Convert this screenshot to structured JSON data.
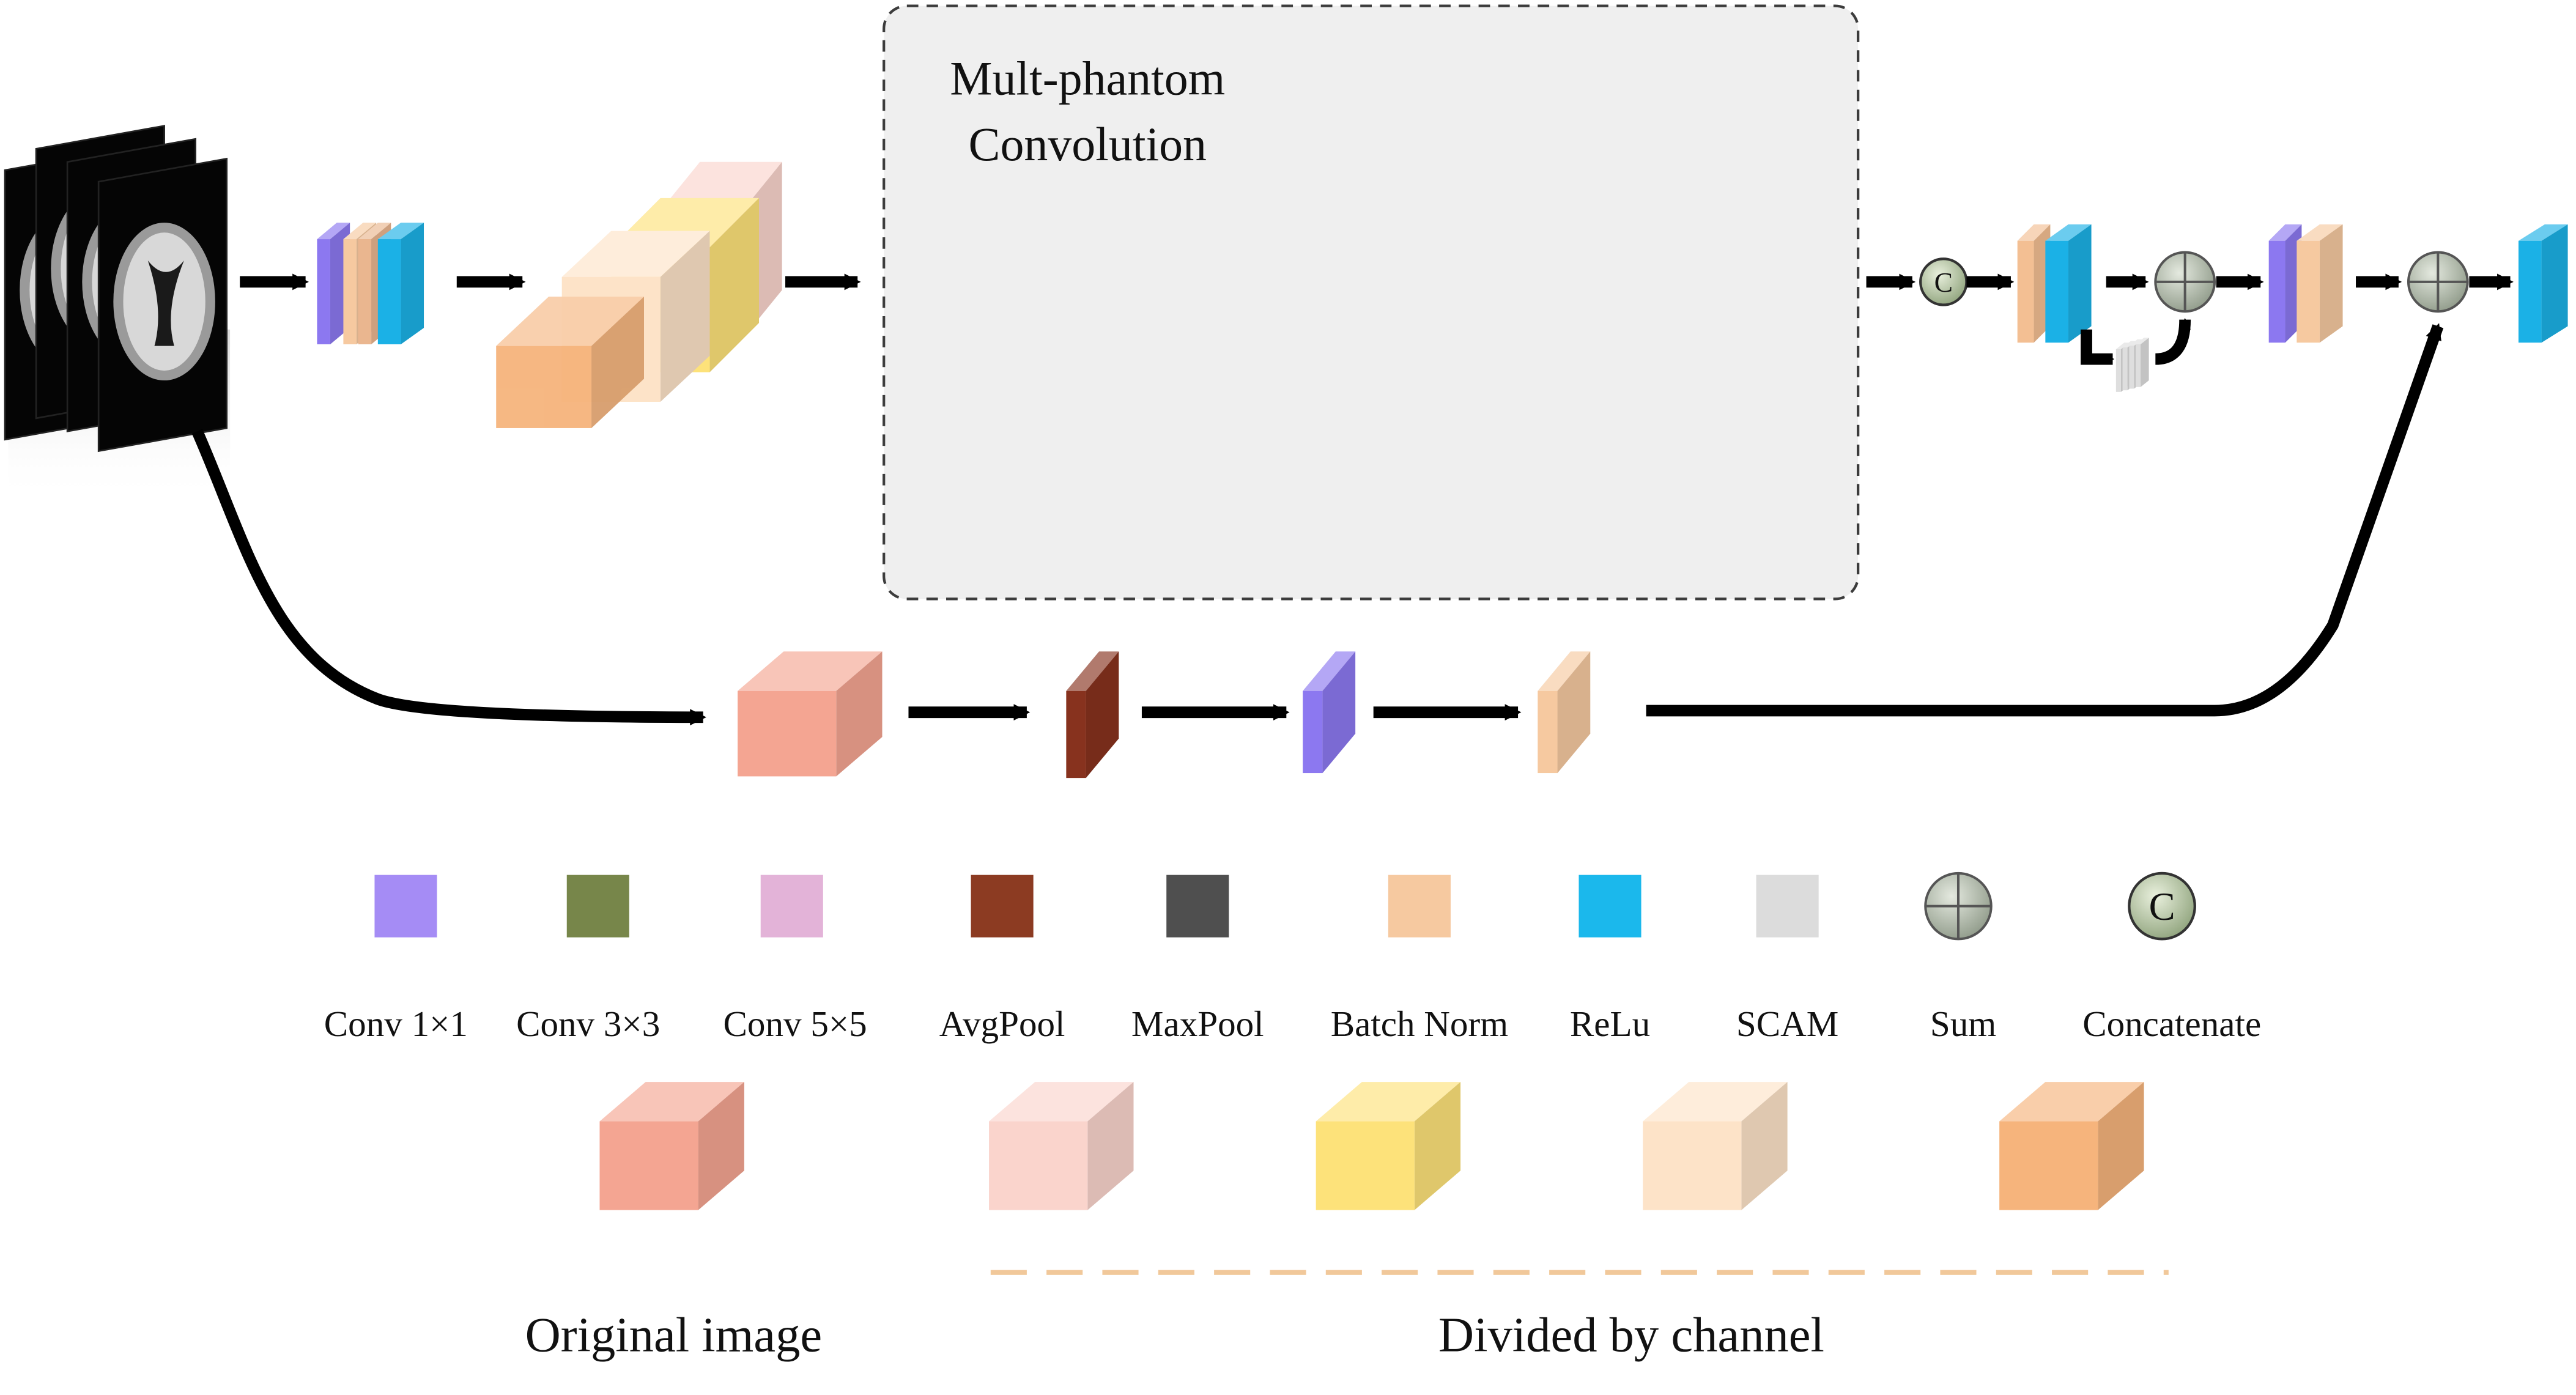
{
  "multphantom": {
    "line1": "Mult-phantom",
    "line2": "Convolution"
  },
  "legend_layers": [
    {
      "label": "Conv 1×1",
      "color": "#a58cf5",
      "icon": "conv1x1-swatch"
    },
    {
      "label": "Conv 3×3",
      "color": "#77864a",
      "icon": "conv3x3-swatch"
    },
    {
      "label": "Conv  5×5",
      "color": "#e3b3d8",
      "icon": "conv5x5-swatch"
    },
    {
      "label": "AvgPool",
      "color": "#8c3b22",
      "icon": "avgpool-swatch"
    },
    {
      "label": "MaxPool",
      "color": "#4f4f4f",
      "icon": "maxpool-swatch"
    },
    {
      "label": "Batch Norm",
      "color": "#f6c9a0",
      "icon": "batchnorm-swatch"
    },
    {
      "label": "ReLu",
      "color": "#1bb8ec",
      "icon": "relu-swatch"
    },
    {
      "label": "SCAM",
      "color": "#dcdcdc",
      "icon": "scam-swatch"
    },
    {
      "label": "Sum",
      "color": "#9ea89a",
      "icon": "sum-icon"
    },
    {
      "label": "Concatenate",
      "color": "#b9c8a8",
      "icon": "concatenate-icon"
    }
  ],
  "concat_symbol": "C",
  "legend_groups": {
    "original": "Original image",
    "divided": "Divided by channel"
  },
  "colors": {
    "salmon": "#f4a592",
    "pink_light": "#fad4cc",
    "yellow": "#fde27a",
    "peach": "#fde3c8",
    "orange": "#f6b47c",
    "purple": "#8c78f0",
    "olive": "#637a38",
    "pink": "#e3a5d8",
    "brown": "#87321e",
    "dark": "#444444",
    "batch_norm": "#f6c9a0",
    "blue": "#1bb1e6",
    "dashed_divider": "#f1c89a",
    "background": "#ffffff"
  }
}
